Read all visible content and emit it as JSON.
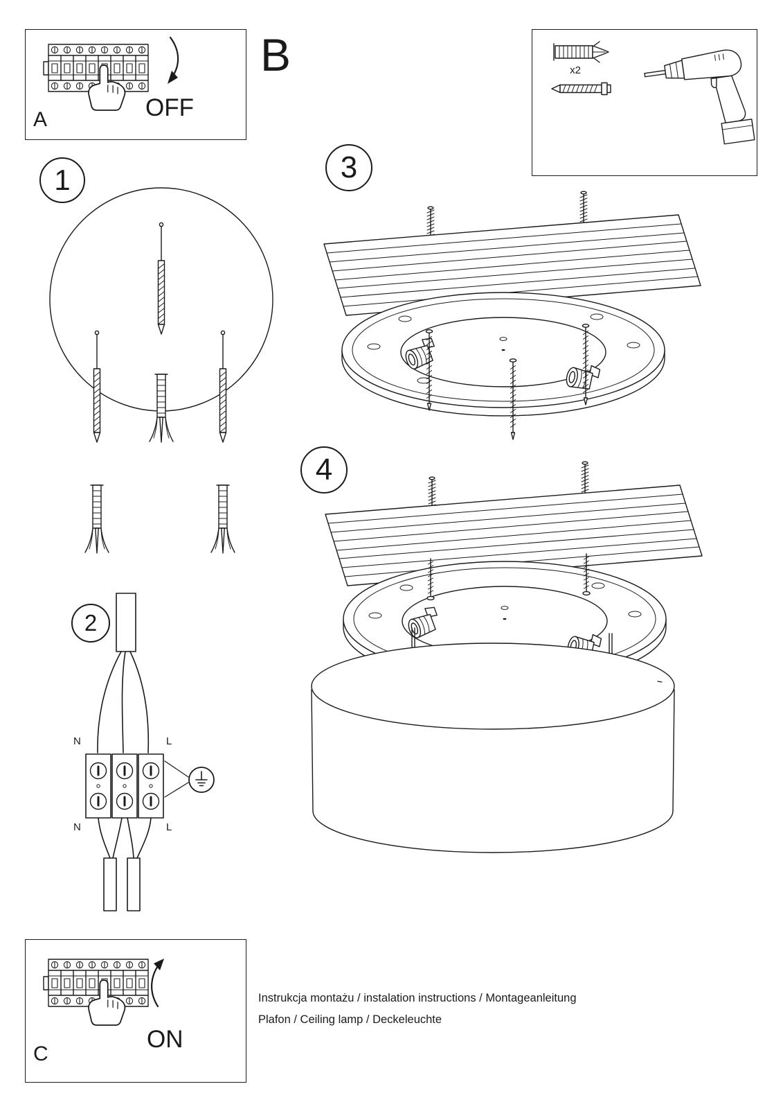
{
  "panel_a": {
    "label": "A",
    "state": "OFF"
  },
  "section_b": {
    "label": "B"
  },
  "tools": {
    "anchor_count": "x2"
  },
  "steps": {
    "one": "1",
    "two": "2",
    "three": "3",
    "four": "4"
  },
  "wiring": {
    "n_top": "N",
    "l_top": "L",
    "n_bottom": "N",
    "l_bottom": "L"
  },
  "panel_c": {
    "label": "C",
    "state": "ON"
  },
  "footer": {
    "line1": "Instrukcja montażu / instalation instructions / Montageanleitung",
    "line2": "Plafon / Ceiling lamp / Deckeleuchte"
  }
}
